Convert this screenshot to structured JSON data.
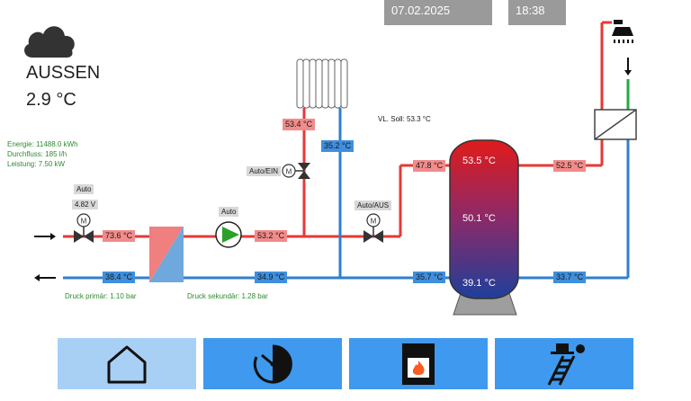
{
  "header": {
    "date": "07.02.2025",
    "time": "18:38"
  },
  "outside": {
    "label": "AUSSEN",
    "temperature": "2.9 °C",
    "icon": "cloud-icon"
  },
  "stats": {
    "energy": "Energie: 11488.0 kWh",
    "flow": "Durchfluss: 185 l/h",
    "power": "Leistung: 7.50 kW"
  },
  "vl_soll": "VL. Soll: 53.3 °C",
  "valve_primary": {
    "mode": "Auto",
    "voltage": "4.82 V"
  },
  "pump": {
    "mode": "Auto"
  },
  "valve_radiator": {
    "mode": "Auto/EIN"
  },
  "valve_tank": {
    "mode": "Auto/AUS"
  },
  "temps": {
    "primary_supply": "73.6 °C",
    "primary_return": "38.4 °C",
    "secondary_supply": "53.2 °C",
    "secondary_return": "34.9 °C",
    "radiator_supply": "53.4 °C",
    "radiator_return": "35.2 °C",
    "tank_in": "47.8 °C",
    "tank_return": "35.7 °C",
    "dhw_supply": "52.5 °C",
    "dhw_return": "33.7 °C"
  },
  "tank": {
    "top": "53.5 °C",
    "middle": "50.1 °C",
    "bottom": "39.1 °C"
  },
  "pressure": {
    "primary": "Druck primär: 1.10 bar",
    "secondary": "Druck sekundär: 1.28 bar"
  },
  "nav": [
    {
      "icon": "home-icon"
    },
    {
      "icon": "clock-icon"
    },
    {
      "icon": "stove-fire-icon"
    },
    {
      "icon": "chimney-sweep-icon"
    }
  ],
  "colors": {
    "hot": "#e53935",
    "cold": "#2f7fd0",
    "nav_active": "#a8d0f5",
    "nav": "#3f99ee"
  }
}
